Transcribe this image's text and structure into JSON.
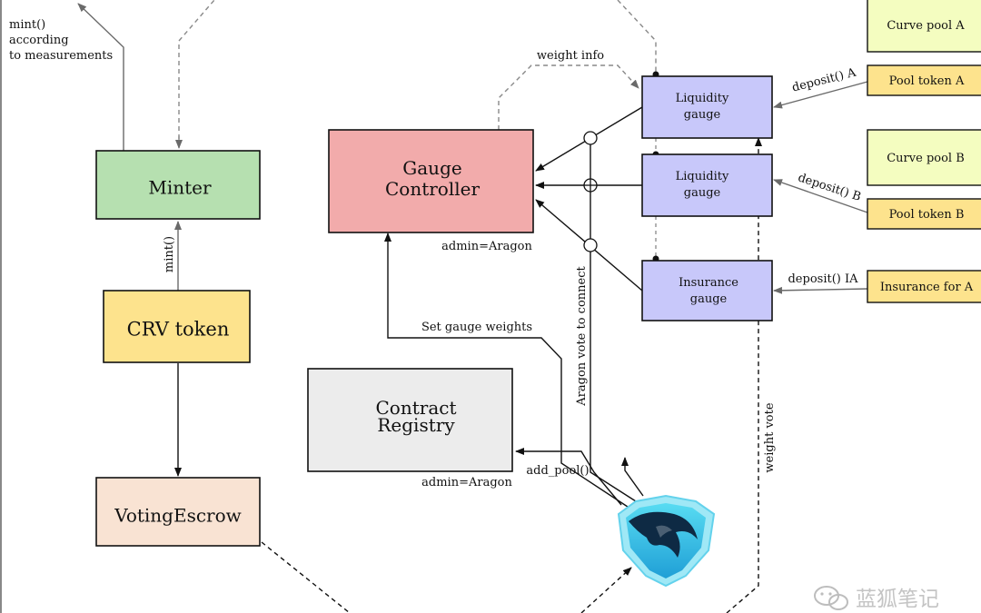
{
  "colors": {
    "minter": "#b6e0b0",
    "crv_token": "#fde38d",
    "voting_escrow": "#f9e3d3",
    "gauge_controller": "#f2abab",
    "contract_registry": "#ececec",
    "gauge": "#c8c8fa",
    "curve_pool": "#f4fdc0",
    "pool_token": "#fde38d",
    "edge": "#6a6a6a",
    "dashed_edge": "#888888",
    "aragon_logo": "#34c3e8"
  },
  "nodes": {
    "minter": "Minter",
    "crv_token": "CRV token",
    "voting_escrow": "VotingEscrow",
    "gauge_controller": [
      "Gauge",
      "Controller"
    ],
    "contract_registry": [
      "Contract",
      "Registry"
    ],
    "liquidity_gauge_a": [
      "Liquidity",
      "gauge"
    ],
    "liquidity_gauge_b": [
      "Liquidity",
      "gauge"
    ],
    "insurance_gauge": [
      "Insurance",
      "gauge"
    ],
    "curve_pool_a": "Curve pool A",
    "pool_token_a": "Pool token A",
    "curve_pool_b": "Curve pool B",
    "pool_token_b": "Pool token B",
    "insurance_for_a": "Insurance for A"
  },
  "labels": {
    "mint_measurements": [
      "mint()",
      "according",
      "to measurements"
    ],
    "mint_vertical": "mint()",
    "weight_info": "weight info",
    "deposit_a": "deposit() A",
    "deposit_b": "deposit() B",
    "deposit_ia": "deposit() IA",
    "admin_gc": "admin=Aragon",
    "admin_cr": "admin=Aragon",
    "set_gauge_weights": "Set gauge weights",
    "add_pool": "add_pool()",
    "aragon_vote": "Aragon vote to connect",
    "weight_vote": "weight vote",
    "watermark": "蓝狐笔记"
  },
  "icons": {
    "aragon": "aragon-eagle-shield-icon",
    "wechat": "wechat-icon"
  }
}
